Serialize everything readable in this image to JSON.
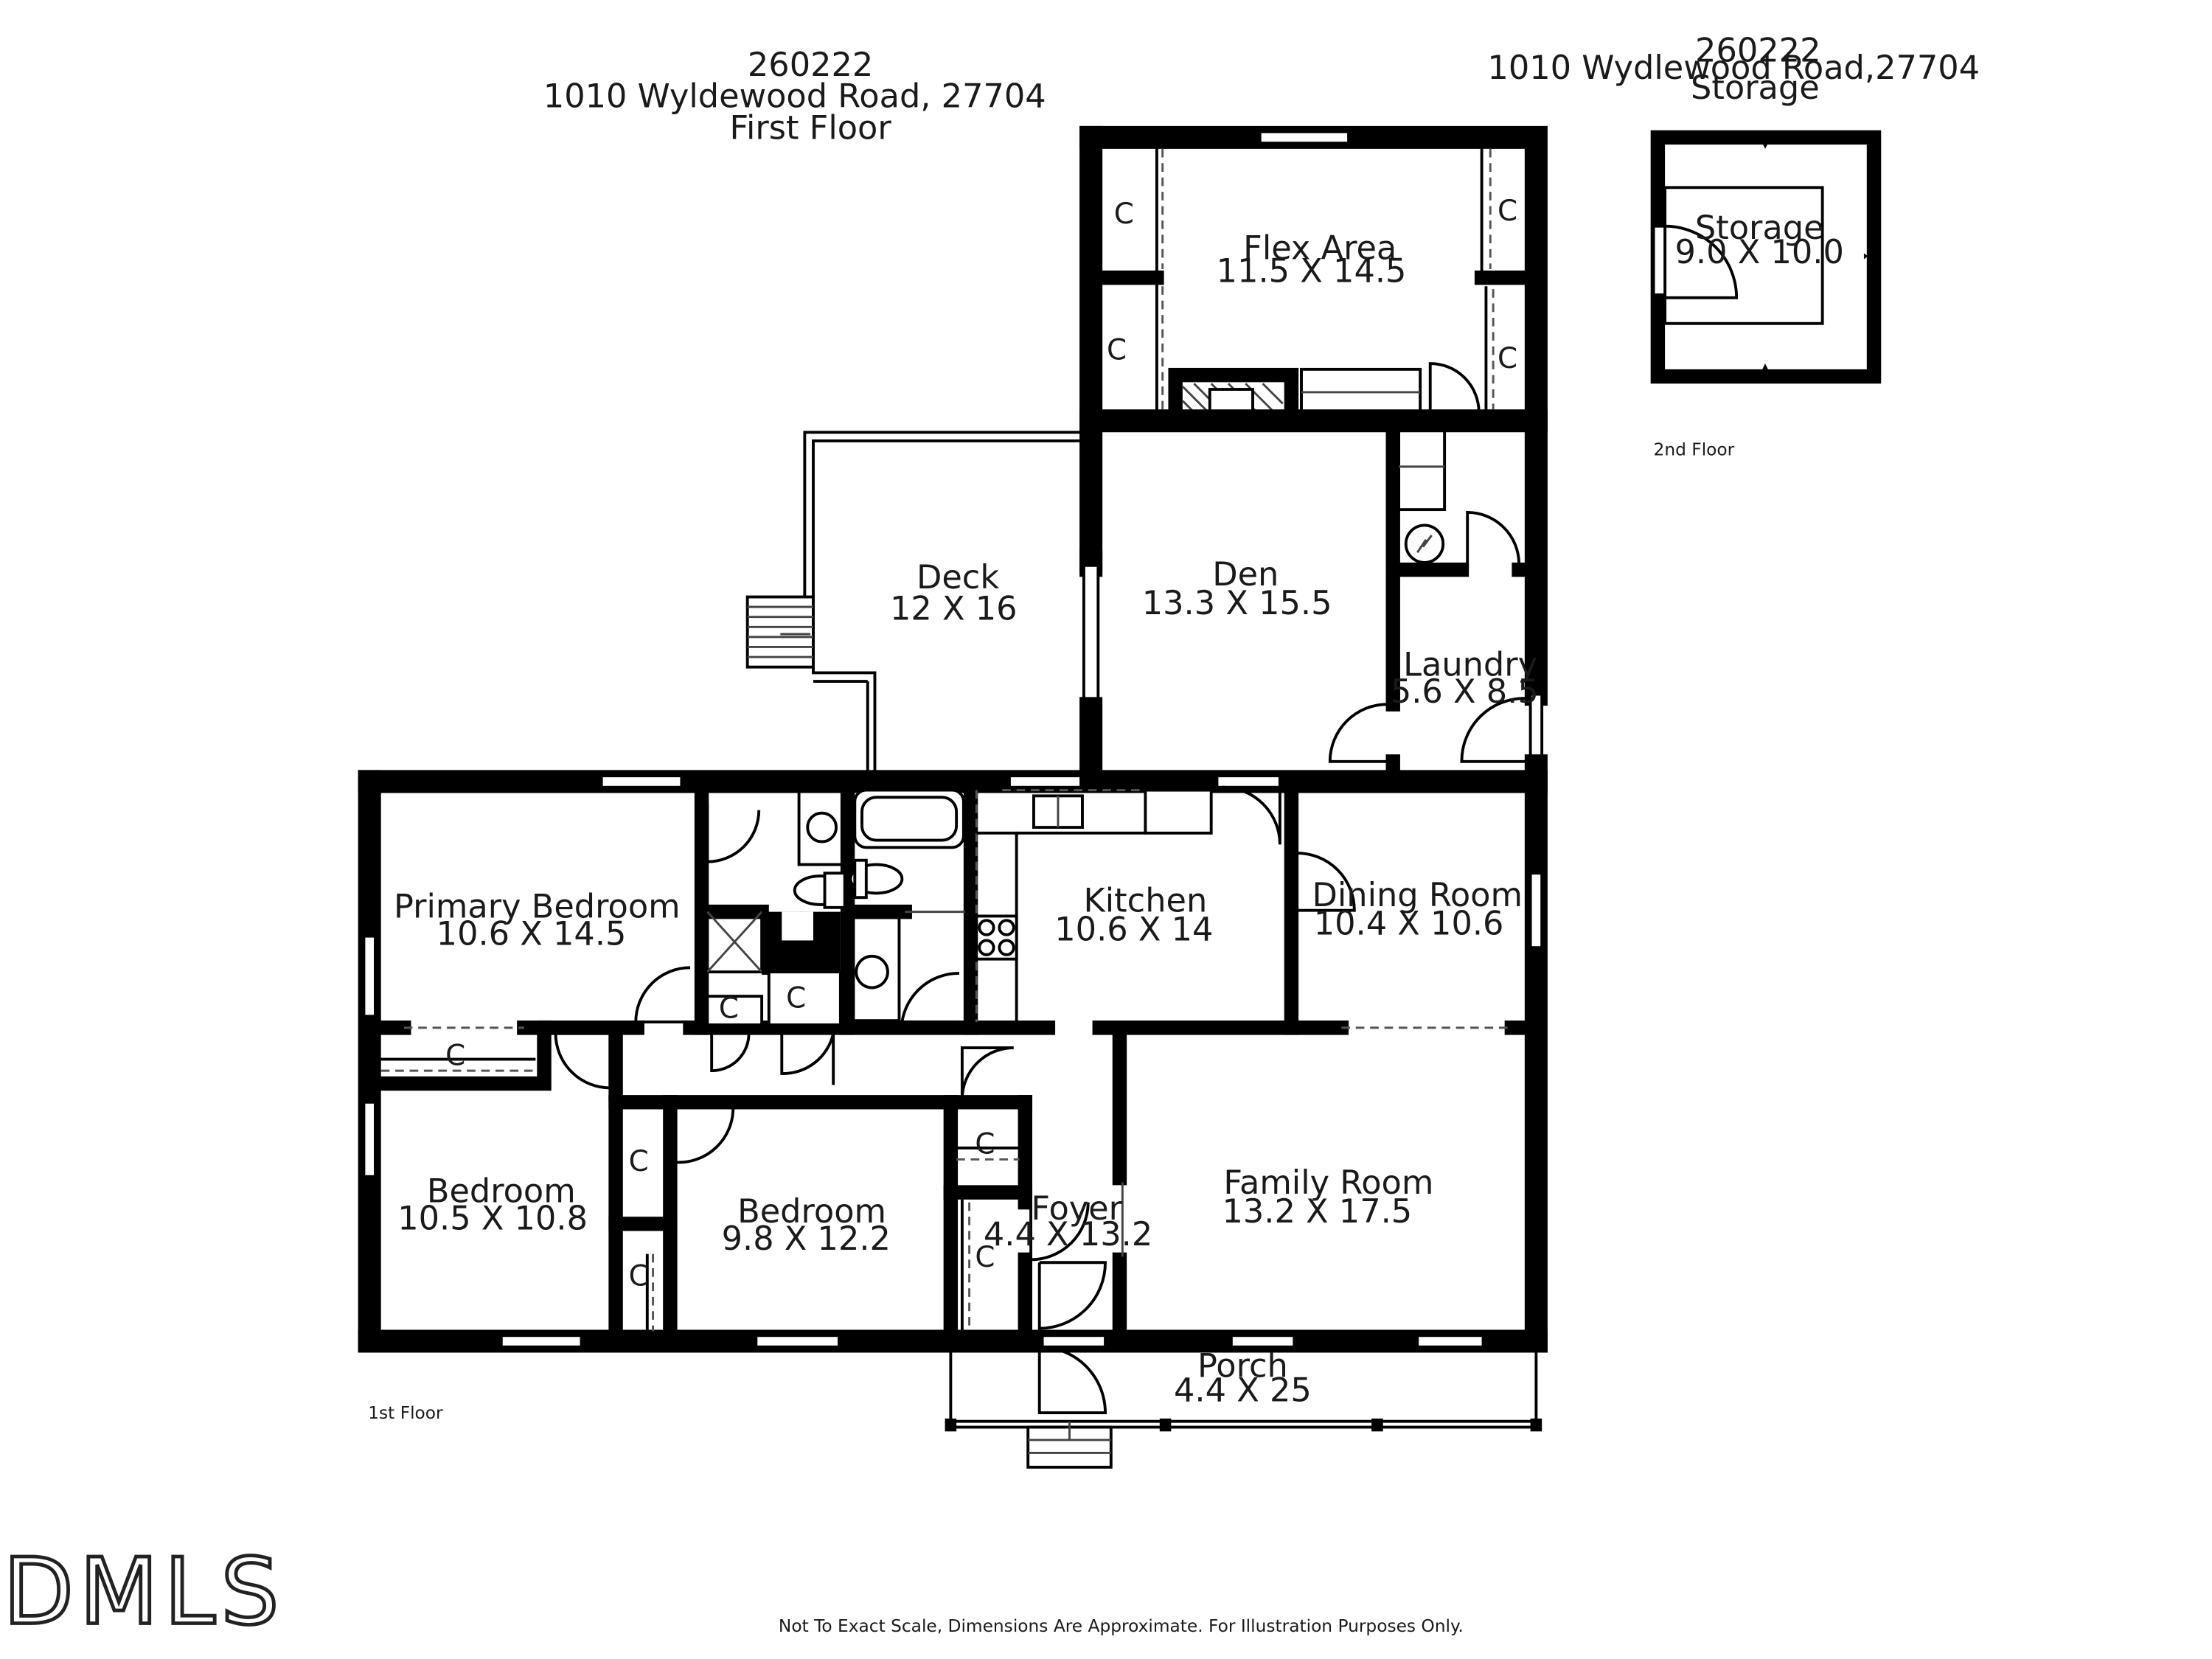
{
  "header_first": {
    "id": "260222",
    "address": "1010 Wyldewood Road, 27704",
    "floor": "First Floor"
  },
  "header_storage": {
    "id": "260222",
    "address": "1010 Wydlewood Road,27704",
    "title": "Storage"
  },
  "floor_labels": {
    "first": "1st Floor",
    "second": "2nd Floor"
  },
  "rooms": {
    "flex_area": {
      "name": "Flex Area",
      "dims": "11.5 X 14.5"
    },
    "deck": {
      "name": "Deck",
      "dims": "12 X 16"
    },
    "den": {
      "name": "Den",
      "dims": "13.3 X 15.5"
    },
    "laundry": {
      "name": "Laundry",
      "dims": "5.6 X 8.5"
    },
    "primary_bedroom": {
      "name": "Primary Bedroom",
      "dims": "10.6 X 14.5"
    },
    "kitchen": {
      "name": "Kitchen",
      "dims": "10.6 X 14"
    },
    "dining_room": {
      "name": "Dining Room",
      "dims": "10.4 X 10.6"
    },
    "bedroom_left": {
      "name": "Bedroom",
      "dims": "10.5 X 10.8"
    },
    "bedroom_middle": {
      "name": "Bedroom",
      "dims": "9.8 X 12.2"
    },
    "foyer": {
      "name": "Foyer",
      "dims": "4.4 X 13.2"
    },
    "family_room": {
      "name": "Family Room",
      "dims": "13.2 X 17.5"
    },
    "porch": {
      "name": "Porch",
      "dims": "4.4 X 25"
    },
    "storage": {
      "name": "Storage",
      "dims": "9.0 X 10.0"
    }
  },
  "closet_label": "C",
  "disclaimer": "Not To Exact Scale, Dimensions Are Approximate. For Illustration Purposes Only.",
  "logo_text": "DMLS"
}
